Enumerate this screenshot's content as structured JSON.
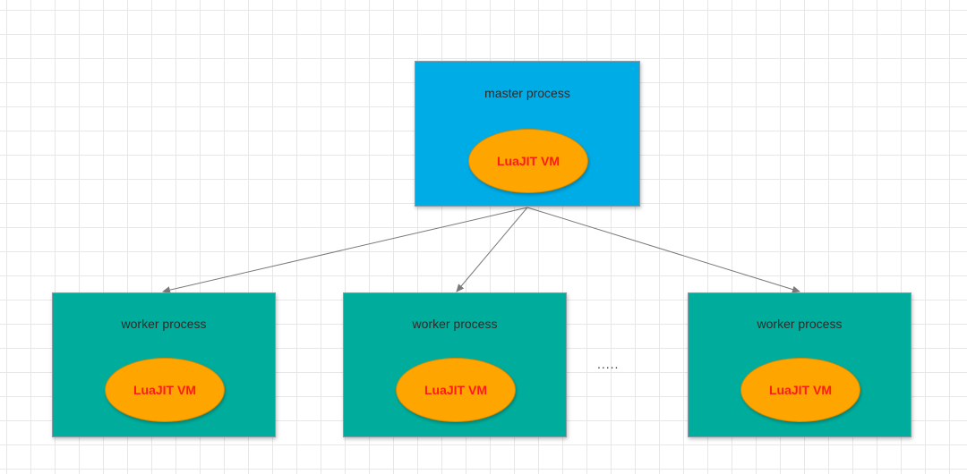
{
  "colors": {
    "master_fill": "#00ace6",
    "worker_fill": "#00ad9c",
    "vm_fill": "#ffa500",
    "vm_text": "#ff1a1a",
    "arrow": "#7a7a7a"
  },
  "master": {
    "title": "master process",
    "vm_label": "LuaJIT VM"
  },
  "workers": [
    {
      "title": "worker process",
      "vm_label": "LuaJIT VM"
    },
    {
      "title": "worker process",
      "vm_label": "LuaJIT VM"
    },
    {
      "title": "worker process",
      "vm_label": "LuaJIT VM"
    }
  ],
  "ellipsis": ".....",
  "edges": [
    {
      "from": "master",
      "to": "worker-1"
    },
    {
      "from": "master",
      "to": "worker-2"
    },
    {
      "from": "master",
      "to": "worker-3"
    }
  ]
}
